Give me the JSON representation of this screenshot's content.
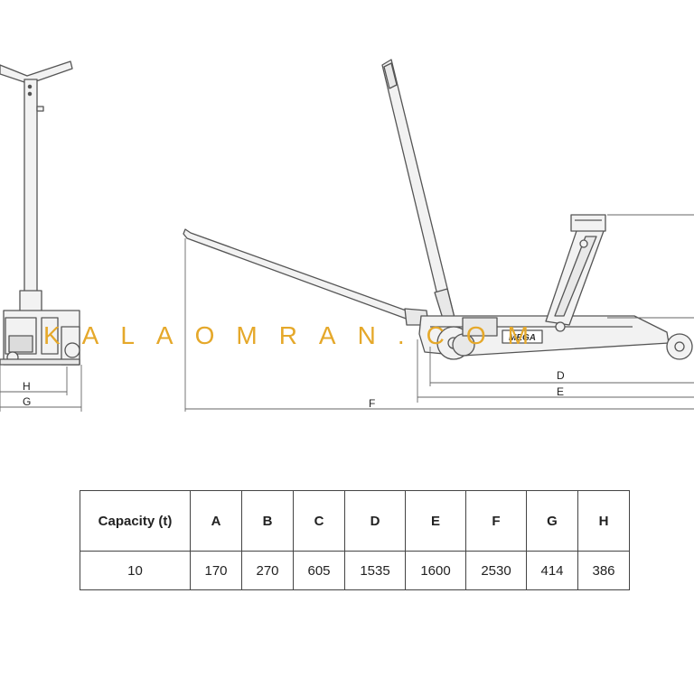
{
  "watermark": "KALAOMRAN.COM",
  "brand_plate": "MEGA",
  "dimensions": {
    "d": "D",
    "e": "E",
    "f": "F",
    "g": "G",
    "h": "H"
  },
  "table": {
    "headers": [
      "Capacity (t)",
      "A",
      "B",
      "C",
      "D",
      "E",
      "F",
      "G",
      "H"
    ],
    "row": [
      "10",
      "170",
      "270",
      "605",
      "1535",
      "1600",
      "2530",
      "414",
      "386"
    ]
  },
  "colors": {
    "line": "#555555",
    "fill": "#f2f2f2",
    "watermark": "#e5a82a",
    "table_border": "#444444"
  }
}
